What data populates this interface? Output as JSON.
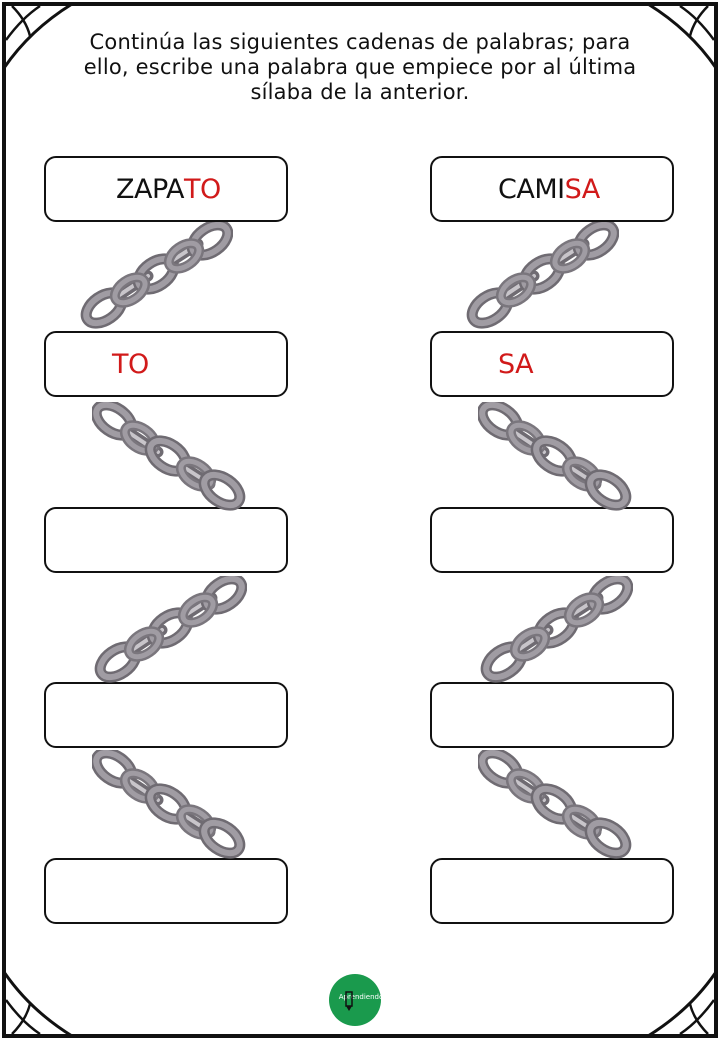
{
  "instructions": "Continúa las siguientes cadenas de palabras; para ello, escribe una palabra que empiece por al última sílaba de la anterior.",
  "left_column": {
    "word_start": "ZAPA",
    "word_end": "TO",
    "syllable": "TO"
  },
  "right_column": {
    "word_start": "CAMI",
    "word_end": "SA",
    "syllable": "SA"
  },
  "logo": {
    "text": "Aprendiendo"
  },
  "colors": {
    "highlight": "#d11a1a",
    "border": "#111111",
    "chain": "#8e8a91",
    "logo_bg": "#1a9a4d"
  },
  "icons": [
    "chain-icon",
    "pencil-icon"
  ]
}
